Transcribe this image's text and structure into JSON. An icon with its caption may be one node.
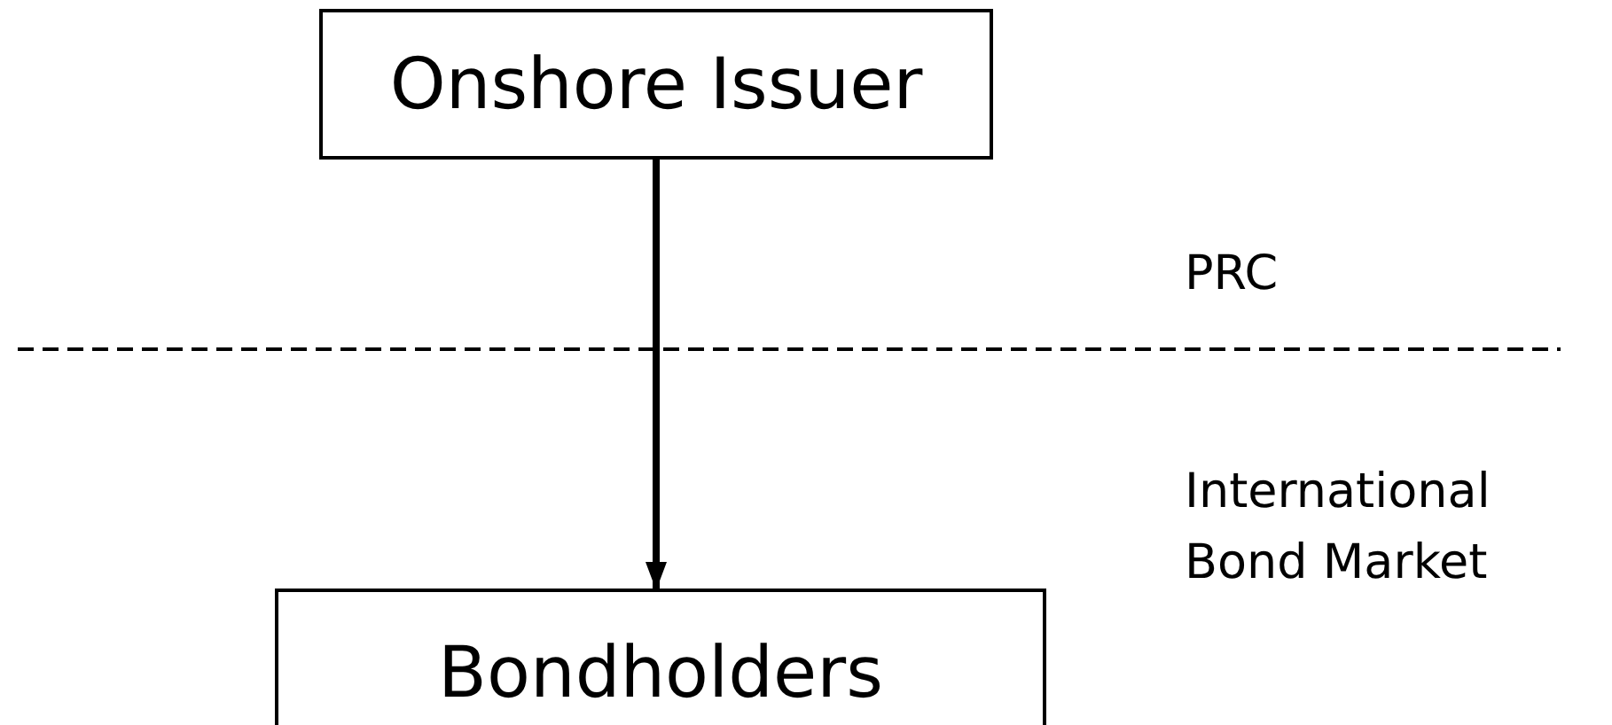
{
  "diagram": {
    "nodes": [
      {
        "text": [
          "Onshore Issuer"
        ]
      },
      {
        "text": [
          "Bondholders"
        ]
      }
    ],
    "edges": [
      {
        "from": 0,
        "to": 1,
        "arrow": "to"
      }
    ],
    "labels": [
      "PRC",
      "International Bond Market"
    ]
  }
}
